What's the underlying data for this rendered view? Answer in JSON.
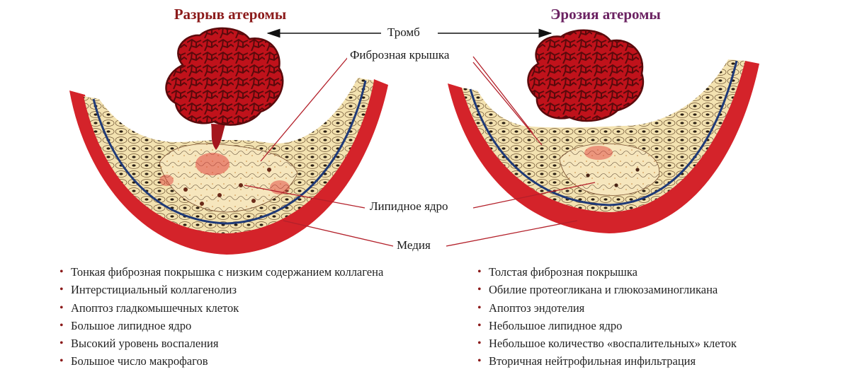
{
  "titles": {
    "left": "Разрыв атеромы",
    "right": "Эрозия атеромы"
  },
  "labels": {
    "thrombus": "Тромб",
    "fibrous_cap": "Фиброзная крышка",
    "lipid_core": "Липидное ядро",
    "media": "Медия"
  },
  "lists": {
    "left": [
      "Тонкая фиброзная покрышка с низким содержанием коллагена",
      "Интерстициальный коллагенолиз",
      "Апоптоз гладкомышечных клеток",
      "Большое липидное ядро",
      "Высокий уровень воспаления",
      "Большое число макрофагов"
    ],
    "right": [
      "Толстая фиброзная покрышка",
      "Обилие протеогликана и глюкозаминогликана",
      "Апоптоз эндотелия",
      "Небольшое липидное ядро",
      "Небольшое количество «воспалительных» клеток",
      "Вторичная нейтрофильная инфильтрация"
    ]
  },
  "colors": {
    "thrombus": "#c0121b",
    "thrombus_dark": "#5a0a0c",
    "tissue": "#f3e2b0",
    "vessel_wall": "#d4232a",
    "media_line": "#1f3a78",
    "leader_line": "#b3202a",
    "bullet": "#8b1a1a"
  }
}
